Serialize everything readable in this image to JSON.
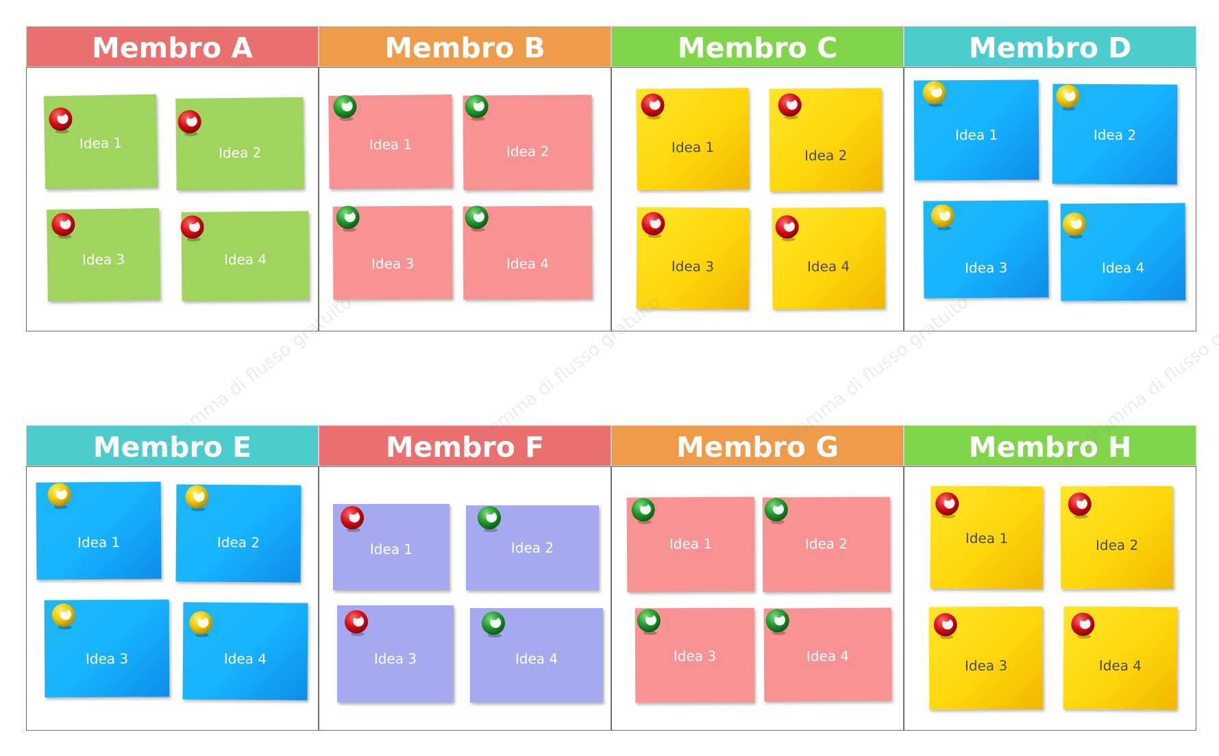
{
  "watermark": "Diagramma di flusso gratuito",
  "colors": {
    "red": "#ea6f6f",
    "orange": "#ee9b4a",
    "green": "#80d54b",
    "teal": "#4dccce"
  },
  "icons": {
    "pin": "pushpin-icon"
  },
  "boards": [
    {
      "columns": [
        {
          "title": "Membro A",
          "color": "red",
          "note_style": "green",
          "pin": "red",
          "ideas": [
            "Idea 1",
            "Idea 2",
            "Idea 3",
            "Idea 4"
          ]
        },
        {
          "title": "Membro B",
          "color": "orange",
          "note_style": "pink",
          "pin": "green",
          "ideas": [
            "Idea 1",
            "Idea 2",
            "Idea 3",
            "Idea 4"
          ]
        },
        {
          "title": "Membro C",
          "color": "green",
          "note_style": "yellow",
          "pin": "red",
          "ideas": [
            "Idea 1",
            "Idea 2",
            "Idea 3",
            "Idea 4"
          ]
        },
        {
          "title": "Membro D",
          "color": "teal",
          "note_style": "blue",
          "pin": "yellow",
          "ideas": [
            "Idea 1",
            "Idea 2",
            "Idea 3",
            "Idea 4"
          ]
        }
      ]
    },
    {
      "columns": [
        {
          "title": "Membro E",
          "color": "teal",
          "note_style": "blue",
          "pin": "yellow",
          "ideas": [
            "Idea 1",
            "Idea 2",
            "Idea 3",
            "Idea 4"
          ]
        },
        {
          "title": "Membro F",
          "color": "red",
          "note_style": "lav",
          "pin": "mixed",
          "ideas": [
            "Idea 1",
            "Idea 2",
            "Idea 3",
            "Idea 4"
          ]
        },
        {
          "title": "Membro G",
          "color": "orange",
          "note_style": "pink",
          "pin": "green",
          "ideas": [
            "Idea 1",
            "Idea 2",
            "Idea 3",
            "Idea 4"
          ]
        },
        {
          "title": "Membro H",
          "color": "green",
          "note_style": "yellow",
          "pin": "red",
          "ideas": [
            "Idea 1",
            "Idea 2",
            "Idea 3",
            "Idea 4"
          ]
        }
      ]
    }
  ]
}
